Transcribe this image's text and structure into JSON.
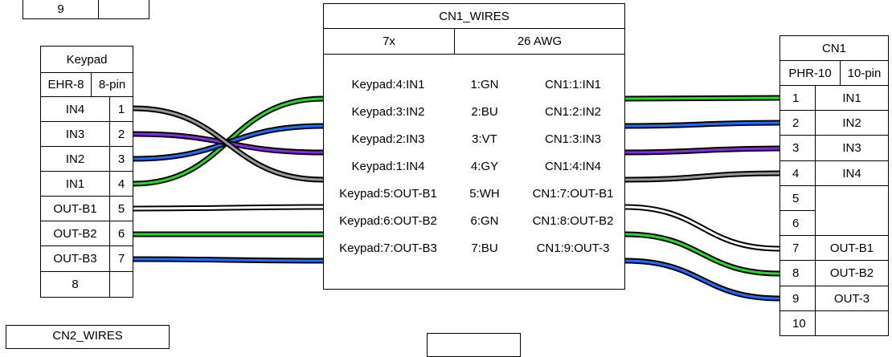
{
  "partial_top_table": {
    "cells": [
      "9",
      ""
    ]
  },
  "keypad": {
    "name": "Keypad",
    "type": "EHR-8",
    "pincount": "8-pin",
    "pins": [
      {
        "label": "IN4",
        "pin": "1"
      },
      {
        "label": "IN3",
        "pin": "2"
      },
      {
        "label": "IN2",
        "pin": "3"
      },
      {
        "label": "IN1",
        "pin": "4"
      },
      {
        "label": "OUT-B1",
        "pin": "5"
      },
      {
        "label": "OUT-B2",
        "pin": "6"
      },
      {
        "label": "OUT-B3",
        "pin": "7"
      },
      {
        "label": "8",
        "pin": ""
      }
    ]
  },
  "cable": {
    "name": "CN1_WIRES",
    "count": "7x",
    "gauge": "26 AWG",
    "wires": [
      {
        "from": "Keypad:4:IN1",
        "id": "1:GN",
        "to": "CN1:1:IN1",
        "color": "#22dd22"
      },
      {
        "from": "Keypad:3:IN2",
        "id": "2:BU",
        "to": "CN1:2:IN2",
        "color": "#1f6fff"
      },
      {
        "from": "Keypad:2:IN3",
        "id": "3:VT",
        "to": "CN1:3:IN3",
        "color": "#8a2be2"
      },
      {
        "from": "Keypad:1:IN4",
        "id": "4:GY",
        "to": "CN1:4:IN4",
        "color": "#999999"
      },
      {
        "from": "Keypad:5:OUT-B1",
        "id": "5:WH",
        "to": "CN1:7:OUT-B1",
        "color": "#ffffff"
      },
      {
        "from": "Keypad:6:OUT-B2",
        "id": "6:GN",
        "to": "CN1:8:OUT-B2",
        "color": "#22dd22"
      },
      {
        "from": "Keypad:7:OUT-B3",
        "id": "7:BU",
        "to": "CN1:9:OUT-3",
        "color": "#1f6fff"
      }
    ]
  },
  "cn1": {
    "name": "CN1",
    "type": "PHR-10",
    "pincount": "10-pin",
    "pins": [
      {
        "pin": "1",
        "label": "IN1"
      },
      {
        "pin": "2",
        "label": "IN2"
      },
      {
        "pin": "3",
        "label": "IN3"
      },
      {
        "pin": "4",
        "label": "IN4"
      },
      {
        "pin": "5",
        "label": ""
      },
      {
        "pin": "6",
        "label": ""
      },
      {
        "pin": "7",
        "label": "OUT-B1"
      },
      {
        "pin": "8",
        "label": "OUT-B2"
      },
      {
        "pin": "9",
        "label": "OUT-3"
      },
      {
        "pin": "10",
        "label": ""
      }
    ]
  },
  "bottom": {
    "cable2_name": "CN2_WIRES"
  }
}
